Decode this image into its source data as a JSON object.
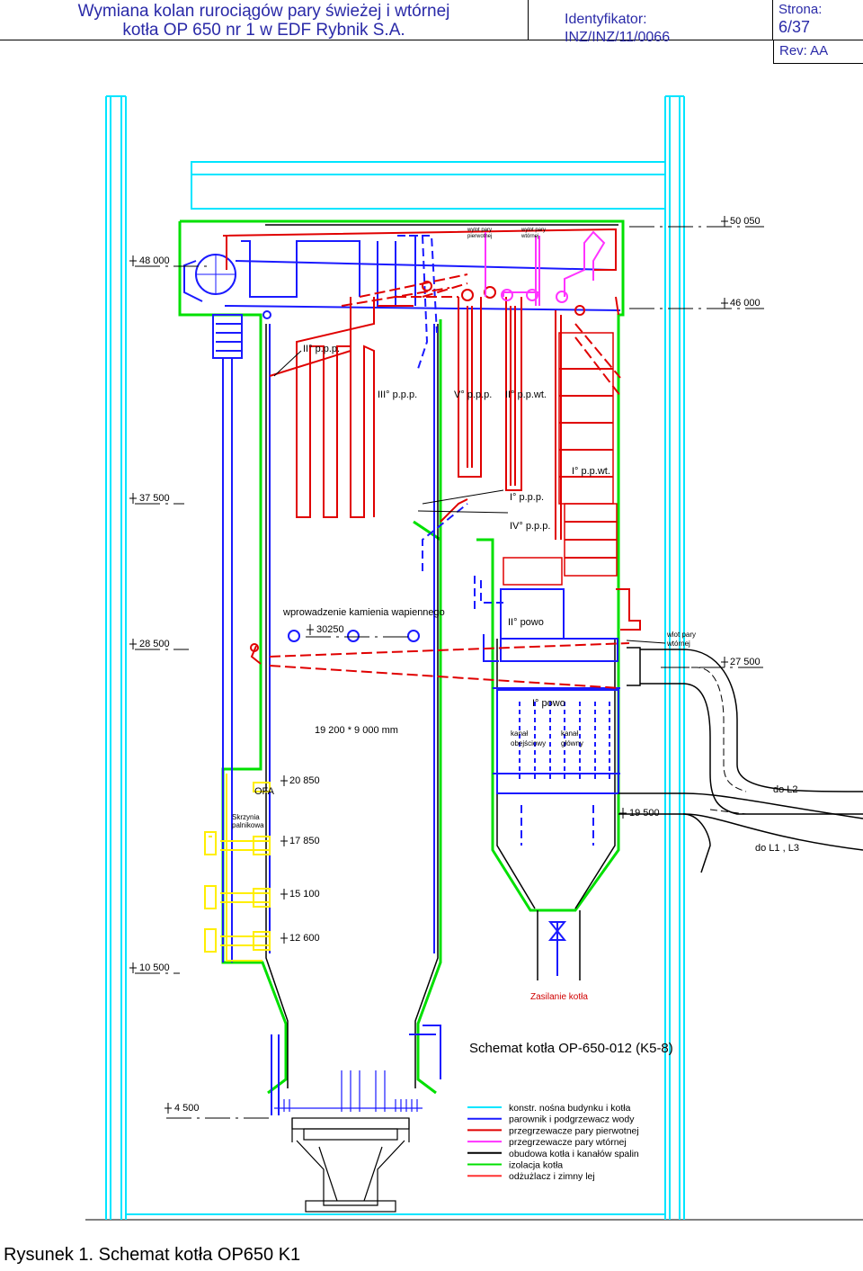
{
  "header": {
    "title_line1": "Wymiana kolan rurociągów pary świeżej i wtórnej",
    "title_line2": "kotła OP 650 nr 1 w EDF Rybnik S.A.",
    "id_label": "Identyfikator:",
    "id_value": "INZ/INZ/11/0066",
    "page_label": "Strona:",
    "page_value": "6/37",
    "rev": "Rev: AA"
  },
  "diagram": {
    "title": "Schemat kotła OP-650-012 (K5-8)",
    "elevations": {
      "e50050": "50 050",
      "e48000": "48 000",
      "e46000": "46 000",
      "e37500": "37 500",
      "e30250": "30250",
      "e28500": "28 500",
      "e27500": "27 500",
      "e20850": "20 850",
      "e19500": "19 500",
      "e17850": "17 850",
      "e15100": "15 100",
      "e12600": "12 600",
      "e10500": "10 500",
      "e4500": "4 500"
    },
    "labels": {
      "wylot_pierw_1": "wylot pary",
      "wylot_pierw_2": "pierwotnej",
      "wylot_wt_1": "wylot pary",
      "wylot_wt_2": "wtórnej",
      "ppp2": "II° p.p.p.",
      "ppp3": "III° p.p.p.",
      "ppp5": "V° p.p.p.",
      "ppwt2": "II° p.p.wt.",
      "ppwt1": "I° p.p.wt.",
      "ppp1": "I° p.p.p.",
      "ppp4": "IV° p.p.p.",
      "wprowadzenie": "wprowadzenie kamienia wapiennego",
      "powo2": "II° powo",
      "wlot_1": "wlot pary",
      "wlot_2": "wtórnej",
      "powo1": "I° powo",
      "dims": "19 200  *  9 000  mm",
      "kanal_obej_1": "kanał",
      "kanal_obej_2": "obejściowy",
      "kanal_gl_1": "kanał",
      "kanal_gl_2": "główny",
      "ofa": "OFA",
      "skrzynia_1": "Skrzynia",
      "skrzynia_2": "palnikowa",
      "do_l2": "do L2",
      "do_l1l3": "do L1 , L3",
      "zasilanie": "Zasilanie kotła"
    },
    "legend": [
      {
        "label": "konstr. nośna budynku i kotła",
        "color": "#00e5ff"
      },
      {
        "label": "parownik i podgrzewacz wody",
        "color": "#1a1aff"
      },
      {
        "label": "przegrzewacze pary pierwotnej",
        "color": "#e00000"
      },
      {
        "label": "przegrzewacze pary wtórnej",
        "color": "#ff33ff"
      },
      {
        "label": "obudowa kotła i kanałów spalin",
        "color": "#000000"
      },
      {
        "label": "izolacja kotła",
        "color": "#00e000"
      },
      {
        "label": "odżużlacz i zimny lej",
        "color": "#ff3333"
      }
    ]
  },
  "caption": "Rysunek 1. Schemat kotła OP650 K1"
}
